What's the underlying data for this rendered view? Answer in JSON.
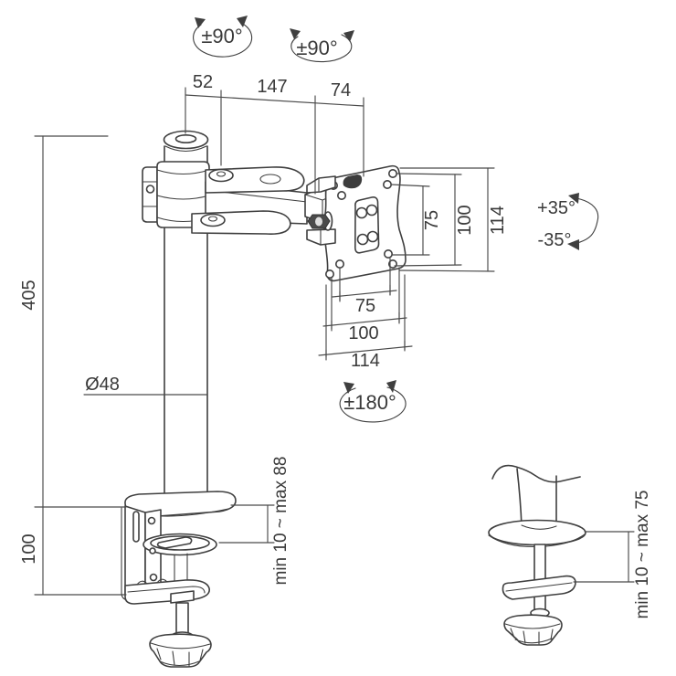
{
  "colors": {
    "background": "#ffffff",
    "line": "#3f3f3f",
    "text": "#3a3a3a",
    "filled_detail": "#3c3c3c"
  },
  "rotations": {
    "pole_swivel": "±90°",
    "arm_swivel": "±90°",
    "vesa_rotation": "±180°",
    "tilt_up": "+35°",
    "tilt_down": "-35°"
  },
  "dimensions": {
    "top": {
      "pole_to_pivot": "52",
      "pivot_span": "147",
      "pivot_to_vesa": "74"
    },
    "left": {
      "pole_height": "405",
      "clamp_body": "100"
    },
    "pole_diameter": "Ø48",
    "vesa_right": {
      "holes_75": "75",
      "holes_100": "100",
      "plate_114": "114"
    },
    "vesa_bottom": {
      "holes_75": "75",
      "holes_100": "100",
      "plate_114": "114"
    },
    "desk_clamp_range": "min 10 ~ max 88",
    "grommet_range": "min 10 ~ max 75"
  }
}
